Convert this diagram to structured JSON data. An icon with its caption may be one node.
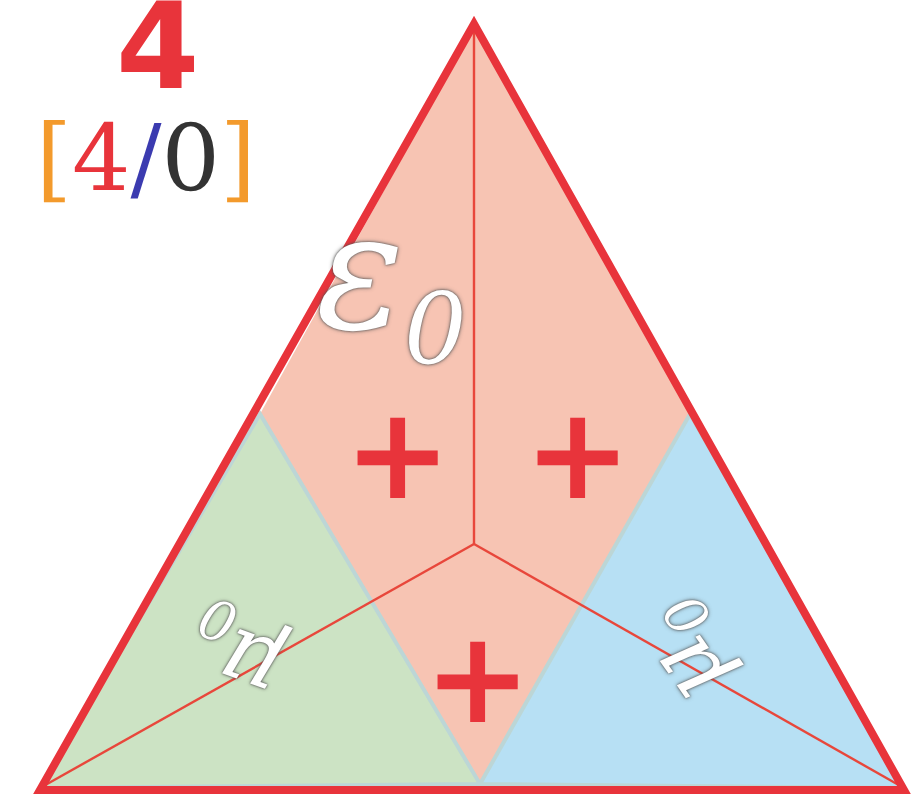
{
  "diagram": {
    "labels": [
      "4",
      "[4/0]",
      "ε$_{0}$",
      "μ$_{0}$",
      "μ$_{0}$",
      "+",
      "+",
      "+"
    ]
  }
}
